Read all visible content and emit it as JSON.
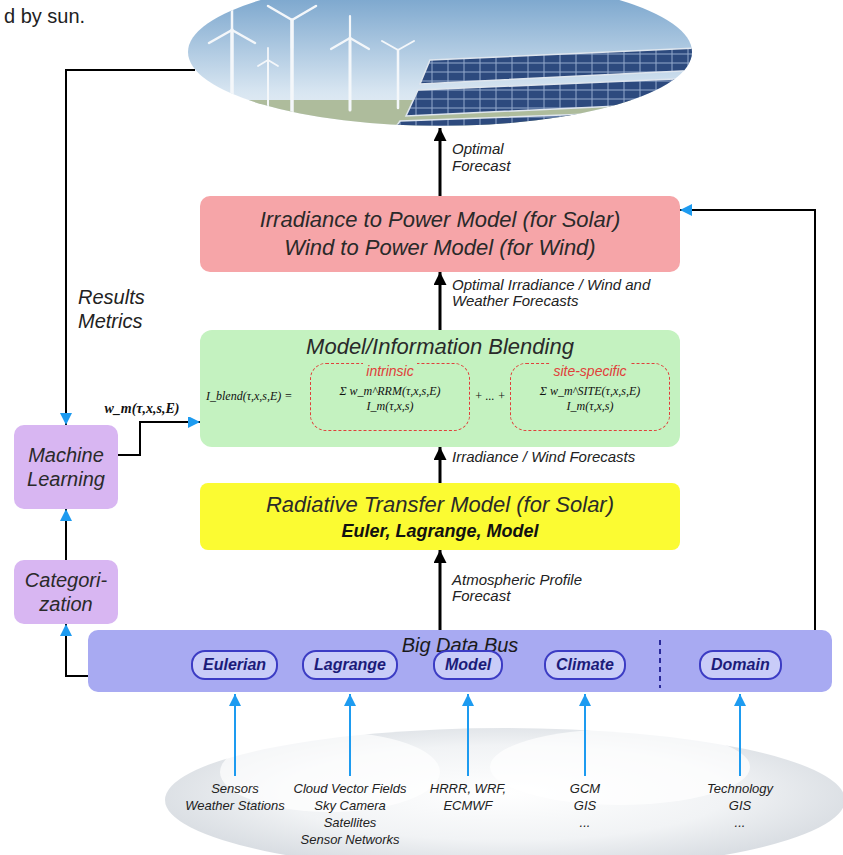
{
  "diagram": {
    "nodes": [
      {
        "text": [
          "Irradiance to Power Model (for Solar)",
          "Wind to Power Model (for Wind)"
        ]
      },
      {
        "text": [
          "Model/Information Blending",
          "I_blend(τ,x,s,E) =",
          "+ ... +"
        ]
      },
      {
        "text": [
          "intrinsic",
          "Σ w_m^RRM(τ,x,s,E) I_m(τ,x,s)"
        ],
        "in": 1
      },
      {
        "text": [
          "site-specific",
          "Σ w_m^SITE(τ,x,s,E) I_m(τ,x,s)"
        ],
        "in": 1
      },
      {
        "text": [
          "Machine Learning"
        ]
      },
      {
        "text": [
          "Radiative Transfer Model (for Solar)",
          "Euler, Lagrange, Model"
        ]
      },
      {
        "text": [
          "Categori- zation"
        ]
      },
      {
        "text": [
          "Big Data Bus"
        ]
      },
      {
        "text": [
          "Eulerian"
        ],
        "in": 7
      },
      {
        "text": [
          "Lagrange"
        ],
        "in": 7
      },
      {
        "text": [
          "Model"
        ],
        "in": 7
      },
      {
        "text": [
          "Climate"
        ],
        "in": 7
      },
      {
        "text": [
          "Domain"
        ],
        "in": 7
      }
    ],
    "edges": [
      {
        "from": 1,
        "to": 0,
        "arrow": "to",
        "label": "Optimal Irradiance / Wind and Weather Forecasts"
      },
      {
        "from": 5,
        "to": 1,
        "arrow": "to",
        "label": "Irradiance / Wind Forecasts"
      },
      {
        "from": 7,
        "to": 5,
        "arrow": "to",
        "label": "Atmospheric Profile Forecast"
      },
      {
        "from": 7,
        "to": 6,
        "arrow": "to"
      },
      {
        "from": 6,
        "to": 4,
        "arrow": "to"
      },
      {
        "from": 4,
        "to": 1,
        "arrow": "to",
        "label": "w_m(τ,x,s,E)"
      },
      {
        "from": 12,
        "to": 0,
        "arrow": "to"
      }
    ],
    "labels": [
      "d by sun.",
      "Optimal Forecast",
      "Results Metrics",
      "Sensors",
      "Weather Stations",
      "Cloud Vector Fields",
      "Sky Camera",
      "Satellites",
      "Sensor Networks",
      "HRRR, WRF,",
      "ECMWF",
      "GCM",
      "GIS",
      "...",
      "Technology",
      "GIS",
      "..."
    ]
  }
}
